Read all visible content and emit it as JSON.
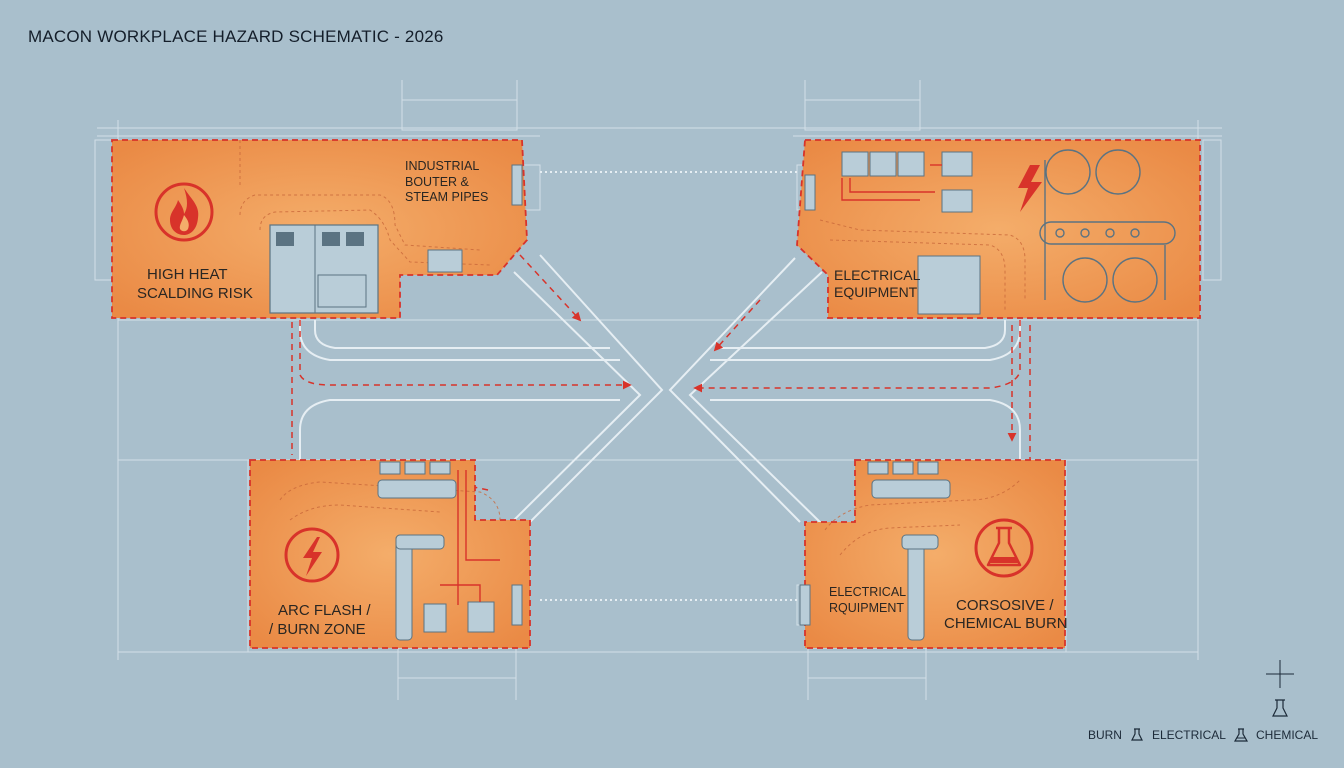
{
  "title": "MACON WORKPLACE HAZARD SCHEMATIC - 2026",
  "zones": [
    {
      "id": "tl",
      "lines": [
        "HIGH HEAT",
        "SCALDING RISK"
      ],
      "sublines": [
        "INDUSTRIAL",
        "BOUTER &",
        "STEAM PIPES"
      ],
      "icon": "fire-icon"
    },
    {
      "id": "tr",
      "lines": [
        "ELECTRICAL",
        "EQUIPMENT"
      ],
      "icon": "lightning-bolt-icon"
    },
    {
      "id": "bl",
      "lines": [
        "ARC FLASH /",
        "/ BURN ZONE"
      ],
      "icon": "lightning-bolt-icon"
    },
    {
      "id": "br",
      "lines": [
        "CORSOSIVE /",
        "CHEMICAL BURN"
      ],
      "sublines": [
        "ELECTRICAL",
        "RQUIPMENT"
      ],
      "icon": "flask-icon"
    }
  ],
  "legend": {
    "items": [
      {
        "label": "BURN",
        "icon": "burn-symbol-icon"
      },
      {
        "label": "ELECTRICAL",
        "icon": "electrical-symbol-icon"
      },
      {
        "label": "CHEMICAL",
        "icon": "chemical-symbol-icon"
      }
    ]
  },
  "colors": {
    "background": "#a9bfcc",
    "zone_fill": "#ef9a55",
    "zone_border": "#d8332a",
    "hazard_red": "#d8332a",
    "blueprint_line": "#dfe8ee"
  }
}
